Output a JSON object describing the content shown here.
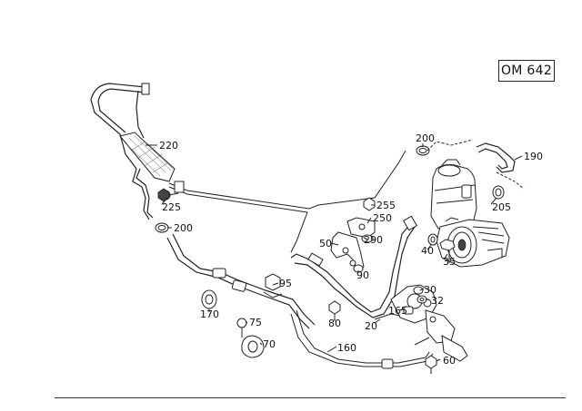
{
  "model_label": "OM 642",
  "callouts": [
    {
      "id": "220",
      "text": "220"
    },
    {
      "id": "225",
      "text": "225"
    },
    {
      "id": "200a",
      "text": "200"
    },
    {
      "id": "200b",
      "text": "200"
    },
    {
      "id": "190",
      "text": "190"
    },
    {
      "id": "205",
      "text": "205"
    },
    {
      "id": "255",
      "text": "255"
    },
    {
      "id": "250",
      "text": "250"
    },
    {
      "id": "290",
      "text": "290"
    },
    {
      "id": "50",
      "text": "50"
    },
    {
      "id": "90",
      "text": "90"
    },
    {
      "id": "40",
      "text": "40"
    },
    {
      "id": "35",
      "text": "35"
    },
    {
      "id": "95",
      "text": "95"
    },
    {
      "id": "30",
      "text": "30"
    },
    {
      "id": "32",
      "text": "32"
    },
    {
      "id": "170",
      "text": "170"
    },
    {
      "id": "75",
      "text": "75"
    },
    {
      "id": "80",
      "text": "80"
    },
    {
      "id": "20",
      "text": "20"
    },
    {
      "id": "165",
      "text": "165"
    },
    {
      "id": "70",
      "text": "70"
    },
    {
      "id": "160",
      "text": "160"
    },
    {
      "id": "60",
      "text": "60"
    }
  ]
}
